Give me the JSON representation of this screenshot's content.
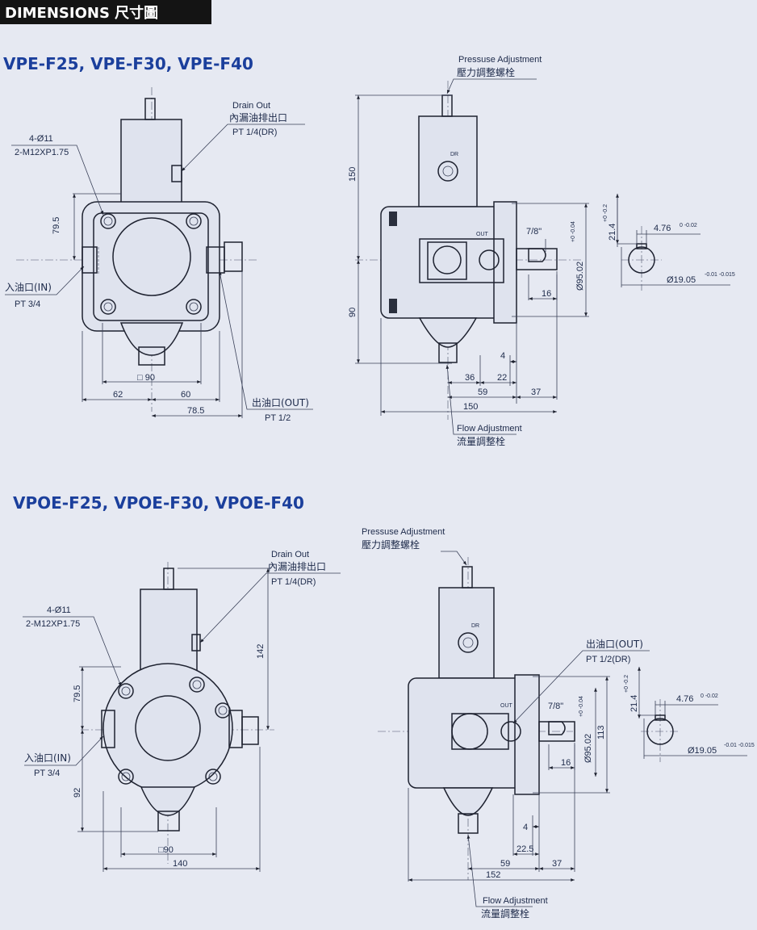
{
  "header": {
    "label": "DIMENSIONS 尺寸圖"
  },
  "sections": [
    {
      "title": "VPE-F25, VPE-F30, VPE-F40",
      "front": {
        "drain": [
          "Drain Out",
          "內漏油排出口",
          "PT 1/4(DR)"
        ],
        "bolts": [
          "4-Ø11",
          "2-M12XP1.75"
        ],
        "inlet": [
          "入油口(IN)",
          "PT 3/4"
        ],
        "outlet": [
          "出油口(OUT)",
          "PT 1/2"
        ],
        "dims": {
          "d1": "79.5",
          "d2": "□ 90",
          "d3": "62",
          "d4": "60",
          "d5": "78.5"
        }
      },
      "side": {
        "pressure": [
          "Pressuse Adjustment",
          "壓力調整螺栓"
        ],
        "flow": [
          "Flow Adjustment",
          "流量調整栓"
        ],
        "dr": "DR",
        "out": "OUT",
        "dims": {
          "h1": "150",
          "h2": "90",
          "shaft": "7/8\"",
          "dia": "Ø95.02",
          "tol": "+0 -0.04",
          "key": "16",
          "a": "4",
          "b": "36",
          "c": "22",
          "d": "59",
          "e": "37",
          "f": "150"
        }
      },
      "shaft": {
        "h": "21.4",
        "htol": "+0 -0.2",
        "key": "4.76",
        "keytol": "0 -0.02",
        "dia": "Ø19.05",
        "diatol": "-0.01 -0.015"
      }
    },
    {
      "title": "VPOE-F25, VPOE-F30, VPOE-F40",
      "front": {
        "drain": [
          "Drain Out",
          "內漏油排出口",
          "PT 1/4(DR)"
        ],
        "bolts": [
          "4-Ø11",
          "2-M12XP1.75"
        ],
        "inlet": [
          "入油口(IN)",
          "PT 3/4"
        ],
        "dims": {
          "d1": "79.5",
          "d2": "92",
          "d3": "142",
          "d4": "□90",
          "d5": "140"
        }
      },
      "side": {
        "pressure": [
          "Pressuse Adjustment",
          "壓力調整螺栓"
        ],
        "flow": [
          "Flow Adjustment",
          "流量調整栓"
        ],
        "outlet": [
          "出油口(OUT)",
          "PT 1/2(DR)"
        ],
        "dr": "DR",
        "out": "OUT",
        "dims": {
          "shaft": "7/8\"",
          "dia": "Ø95.02",
          "tol": "+0 -0.04",
          "h": "113",
          "key": "16",
          "a": "4",
          "b": "22.5",
          "c": "59",
          "d": "37",
          "e": "152"
        }
      },
      "shaft": {
        "h": "21.4",
        "htol": "+0 -0.2",
        "key": "4.76",
        "keytol": "0 -0.02",
        "dia": "Ø19.05",
        "diatol": "-0.01 -0.015"
      }
    }
  ]
}
